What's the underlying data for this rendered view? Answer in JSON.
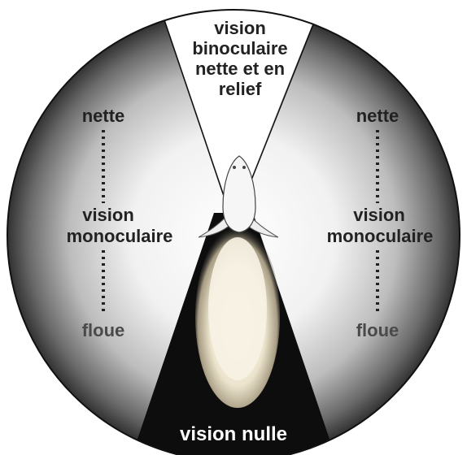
{
  "binocular_zone": {
    "lines": [
      "vision",
      "binoculaire",
      "nette et en",
      "relief"
    ]
  },
  "left_zone": {
    "top_label": "nette",
    "middle_lines": [
      "vision",
      "monoculaire"
    ],
    "bottom_label": "floue"
  },
  "right_zone": {
    "top_label": "nette",
    "middle_lines": [
      "vision",
      "monoculaire"
    ],
    "bottom_label": "floue"
  },
  "blind_zone": {
    "label": "vision nulle"
  },
  "colors": {
    "outline": "#111111",
    "blind_zone": "#0d0d0d",
    "binocular_zone": "#ffffff",
    "animal_body": "#f4efe2"
  }
}
